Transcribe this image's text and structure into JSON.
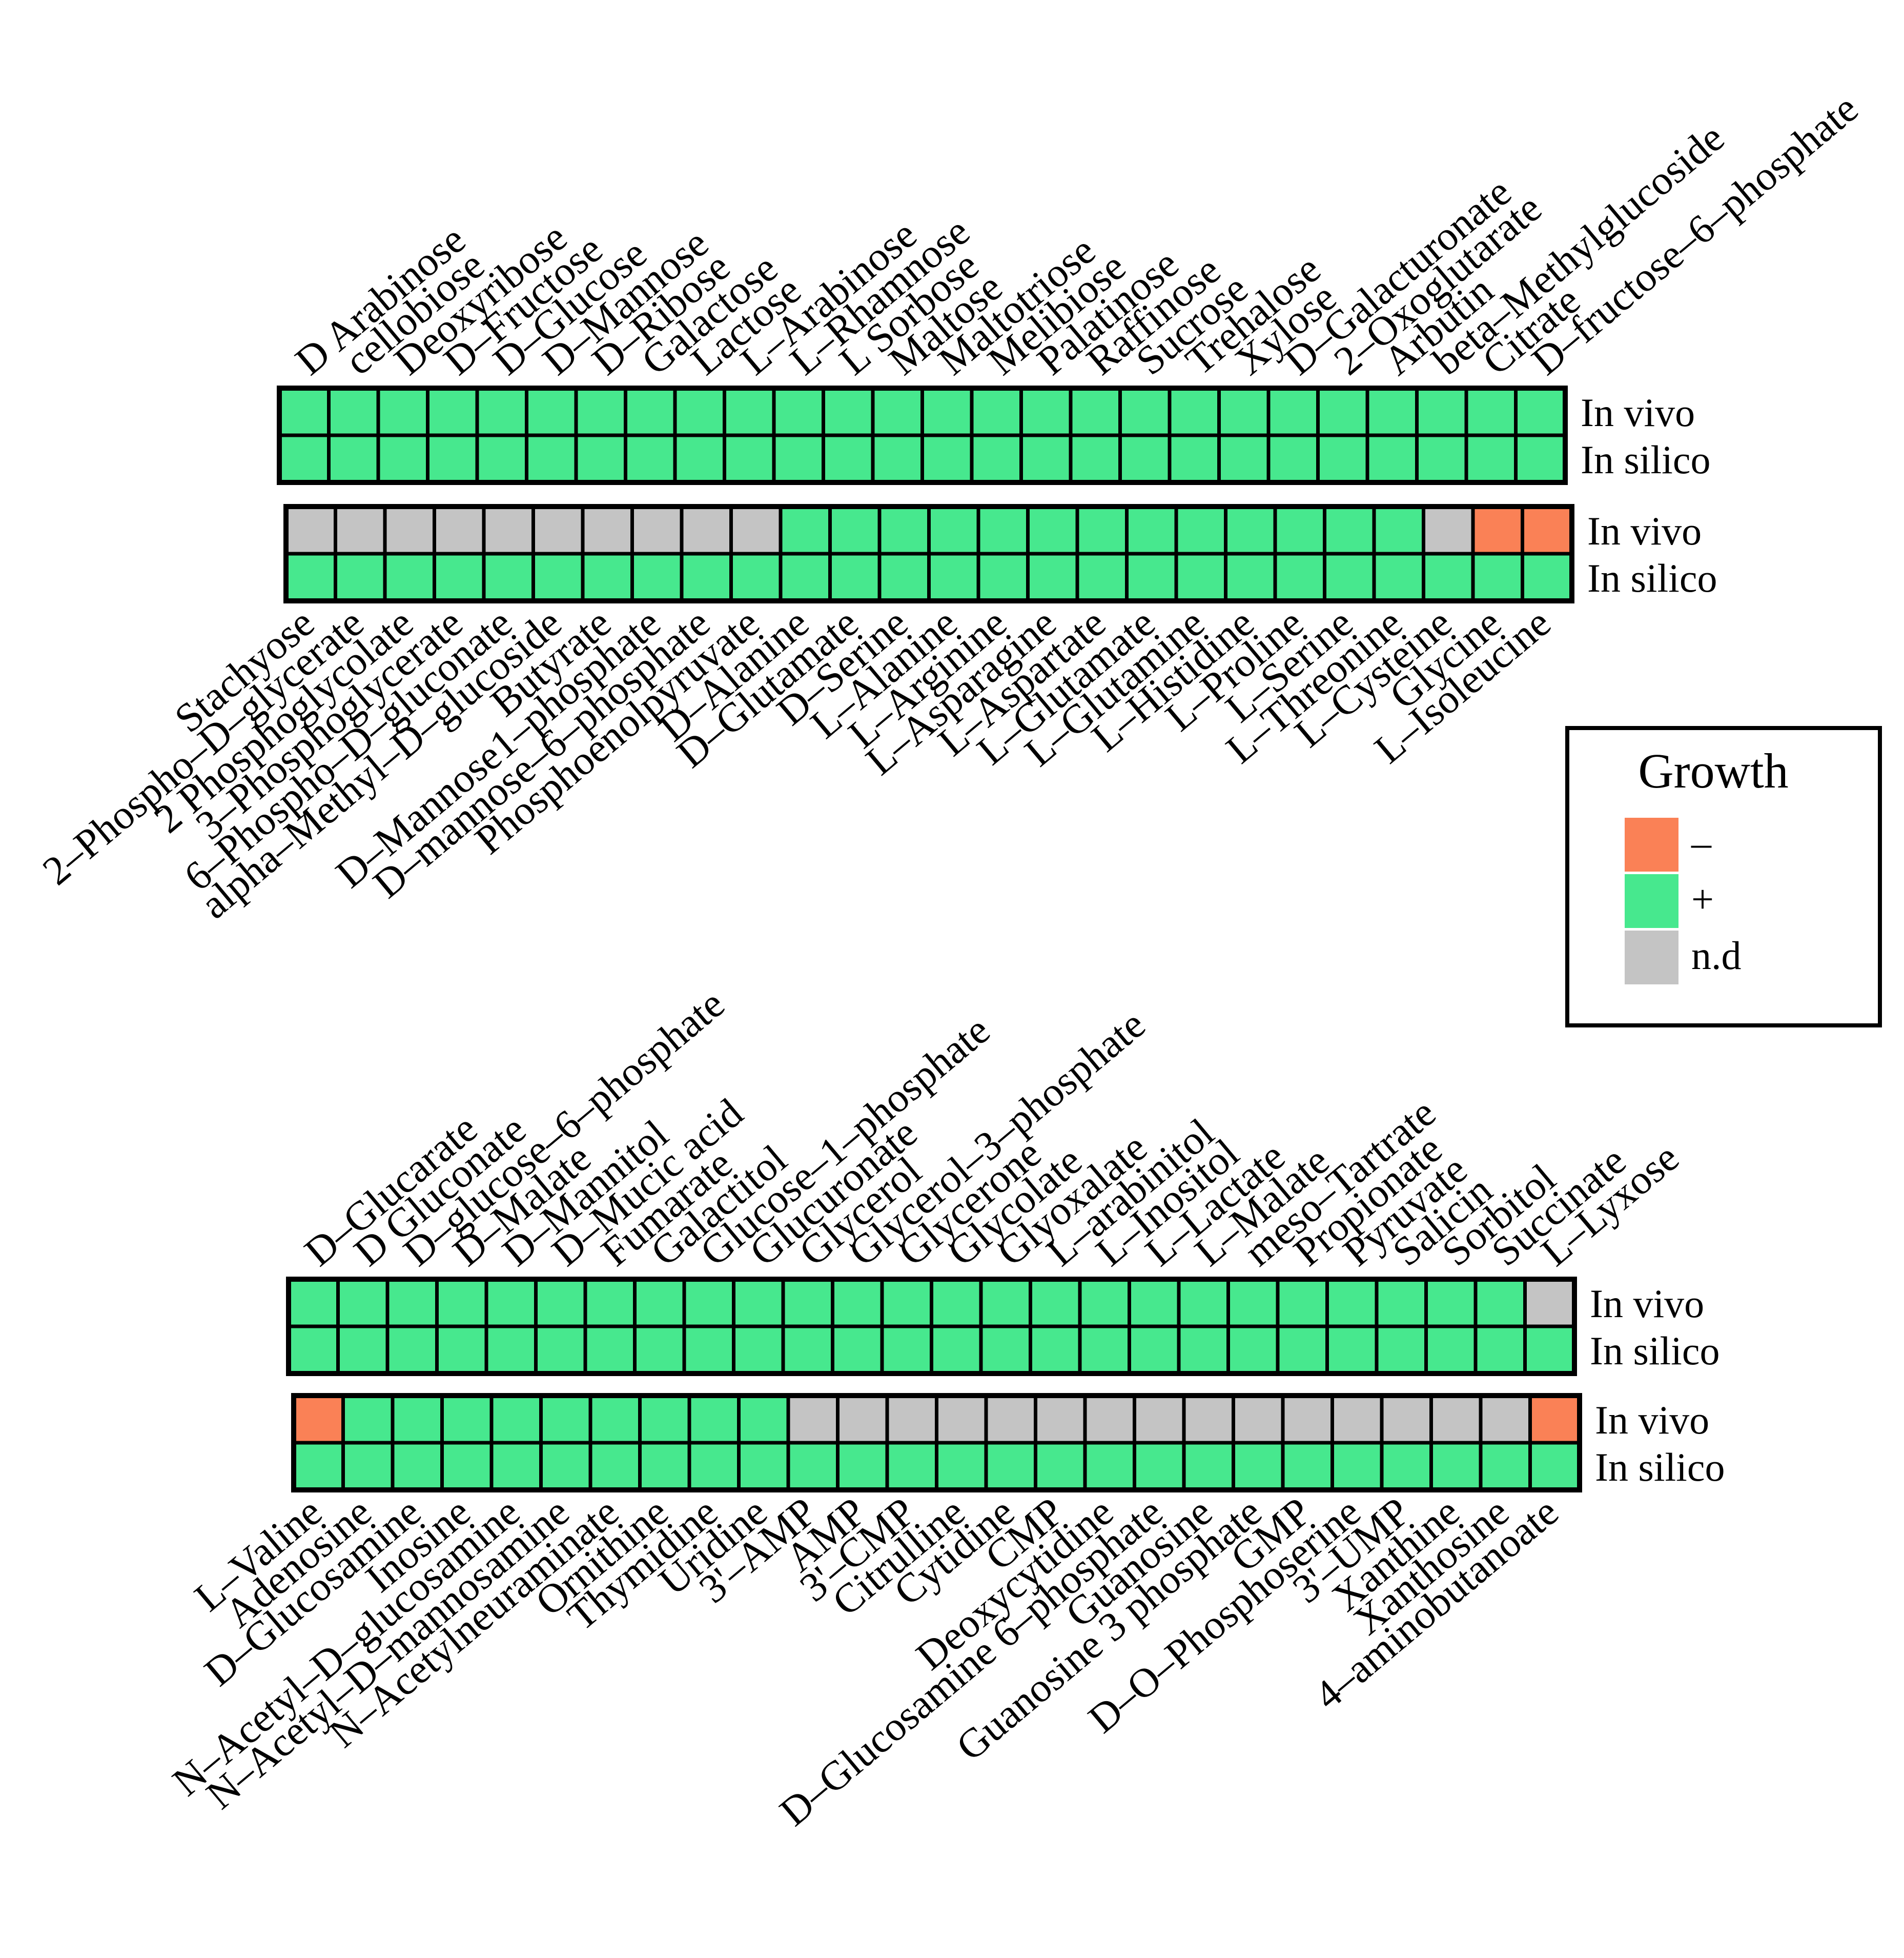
{
  "colors": {
    "neg": "#FA8156",
    "pos": "#47E88E",
    "nd": "#C4C4C4",
    "border": "#000000"
  },
  "legend": {
    "title": "Growth",
    "items": [
      {
        "key": "neg",
        "label": "–"
      },
      {
        "key": "pos",
        "label": "+"
      },
      {
        "key": "nd",
        "label": "n.d"
      }
    ]
  },
  "chart_data": {
    "type": "heatmap",
    "value_codes": {
      "+": "growth",
      "-": "no growth",
      "n.d": "not determined"
    },
    "row_labels": [
      "In vivo",
      "In silico"
    ],
    "panels": [
      {
        "label_position": "top",
        "compounds": [
          "D Arabinose",
          "cellobiose",
          "Deoxyribose",
          "D–Fructose",
          "D–Glucose",
          "D–Mannose",
          "D–Ribose",
          "Galactose",
          "Lactose",
          "L–Arabinose",
          "L–Rhamnose",
          "L Sorbose",
          "Maltose",
          "Maltotriose",
          "Melibiose",
          "Palatinose",
          "Raffinose",
          "Sucrose",
          "Trehalose",
          "Xylose",
          "D–Galacturonate",
          "2–Oxoglutarate",
          "Arbutin",
          "beta–Methylglucoside",
          "Citrate",
          "D–fructose–6–phosphate"
        ],
        "in_vivo": [
          "+",
          "+",
          "+",
          "+",
          "+",
          "+",
          "+",
          "+",
          "+",
          "+",
          "+",
          "+",
          "+",
          "+",
          "+",
          "+",
          "+",
          "+",
          "+",
          "+",
          "+",
          "+",
          "+",
          "+",
          "+",
          "+"
        ],
        "in_silico": [
          "+",
          "+",
          "+",
          "+",
          "+",
          "+",
          "+",
          "+",
          "+",
          "+",
          "+",
          "+",
          "+",
          "+",
          "+",
          "+",
          "+",
          "+",
          "+",
          "+",
          "+",
          "+",
          "+",
          "+",
          "+",
          "+"
        ]
      },
      {
        "label_position": "bottom",
        "compounds": [
          "Stachyose",
          "2–Phospho–D–glycerate",
          "2 Phosphoglycolate",
          "3–Phosphoglycerate",
          "6–Phospho–D–gluconate",
          "alpha–Methyl–D–glucoside",
          "Butyrate",
          "D–Mannose1–phosphate",
          "D–mannose–6–phosphate",
          "Phosphoenolpyruvate",
          "D–Alanine",
          "D–Glutamate",
          "D–Serine",
          "L–Alanine",
          "L–Arginine",
          "L–Asparagine",
          "L–Aspartate",
          "L–Glutamate",
          "L–Glutamine",
          "L–Histidine",
          "L–Proline",
          "L–Serine",
          "L–Threonine",
          "L–Cysteine",
          "Glycine",
          "L–Isoleucine"
        ],
        "in_vivo": [
          "n.d",
          "n.d",
          "n.d",
          "n.d",
          "n.d",
          "n.d",
          "n.d",
          "n.d",
          "n.d",
          "n.d",
          "+",
          "+",
          "+",
          "+",
          "+",
          "+",
          "+",
          "+",
          "+",
          "+",
          "+",
          "+",
          "+",
          "n.d",
          "-",
          "-"
        ],
        "in_silico": [
          "+",
          "+",
          "+",
          "+",
          "+",
          "+",
          "+",
          "+",
          "+",
          "+",
          "+",
          "+",
          "+",
          "+",
          "+",
          "+",
          "+",
          "+",
          "+",
          "+",
          "+",
          "+",
          "+",
          "+",
          "+",
          "+"
        ]
      },
      {
        "label_position": "top",
        "compounds": [
          "D–Glucarate",
          "D Gluconate",
          "D–glucose–6–phosphate",
          "D–Malate",
          "D–Mannitol",
          "D–Mucic acid",
          "Fumarate",
          "Galactitol",
          "Glucose–1–phosphate",
          "Glucuronate",
          "Glycerol",
          "Glycerol–3–phosphate",
          "Glycerone",
          "Glycolate",
          "Glyoxalate",
          "L–arabinitol",
          "L–Inositol",
          "L–Lactate",
          "L–Malate",
          "meso–Tartrate",
          "Propionate",
          "Pyruvate",
          "Salicin",
          "Sorbitol",
          "Succinate",
          "L–Lyxose"
        ],
        "in_vivo": [
          "+",
          "+",
          "+",
          "+",
          "+",
          "+",
          "+",
          "+",
          "+",
          "+",
          "+",
          "+",
          "+",
          "+",
          "+",
          "+",
          "+",
          "+",
          "+",
          "+",
          "+",
          "+",
          "+",
          "+",
          "+",
          "n.d"
        ],
        "in_silico": [
          "+",
          "+",
          "+",
          "+",
          "+",
          "+",
          "+",
          "+",
          "+",
          "+",
          "+",
          "+",
          "+",
          "+",
          "+",
          "+",
          "+",
          "+",
          "+",
          "+",
          "+",
          "+",
          "+",
          "+",
          "+",
          "+"
        ]
      },
      {
        "label_position": "bottom",
        "compounds": [
          "L–Valine",
          "Adenosine",
          "D–Glucosamine",
          "Inosine",
          "N–Acetyl–D–glucosamine",
          "N–Acetyl–D–mannosamine",
          "N–Acetylneuraminate",
          "Ornithine",
          "Thymidine",
          "Uridine",
          "3'–AMP",
          "AMP",
          "3'–CMP",
          "Citrulline",
          "Cytidine",
          "CMP",
          "Deoxycytidine",
          "D–Glucosamine 6–phosphate",
          "Guanosine",
          "Guanosine 3  phosphate",
          "GMP",
          "D–O–Phosphoserine",
          "3'–UMP",
          "Xanthine",
          "Xanthosine",
          "4–aminobutanoate"
        ],
        "in_vivo": [
          "-",
          "+",
          "+",
          "+",
          "+",
          "+",
          "+",
          "+",
          "+",
          "+",
          "n.d",
          "n.d",
          "n.d",
          "n.d",
          "n.d",
          "n.d",
          "n.d",
          "n.d",
          "n.d",
          "n.d",
          "n.d",
          "n.d",
          "n.d",
          "n.d",
          "n.d",
          "-"
        ],
        "in_silico": [
          "+",
          "+",
          "+",
          "+",
          "+",
          "+",
          "+",
          "+",
          "+",
          "+",
          "+",
          "+",
          "+",
          "+",
          "+",
          "+",
          "+",
          "+",
          "+",
          "+",
          "+",
          "+",
          "+",
          "+",
          "+",
          "+"
        ]
      }
    ]
  }
}
